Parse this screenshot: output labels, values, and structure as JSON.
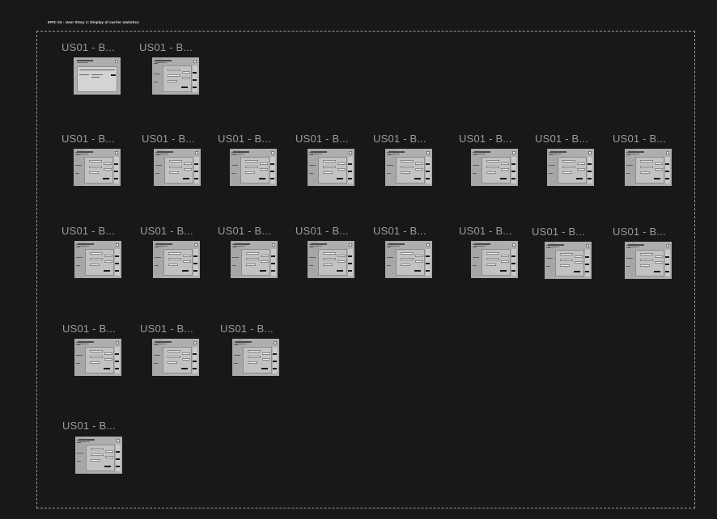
{
  "canvas": {
    "section_title": "EPIC 04 - User Story 1: Display of carrier statistics"
  },
  "frames": [
    {
      "label": "US01 - B...",
      "variant": "table"
    },
    {
      "label": "US01 - B...",
      "variant": "form"
    },
    {
      "label": "US01 - B...",
      "variant": "form"
    },
    {
      "label": "US01 - B...",
      "variant": "form"
    },
    {
      "label": "US01 - B...",
      "variant": "form"
    },
    {
      "label": "US01 - B...",
      "variant": "form"
    },
    {
      "label": "US01 - B...",
      "variant": "form"
    },
    {
      "label": "US01 - B...",
      "variant": "form"
    },
    {
      "label": "US01 - B...",
      "variant": "form"
    },
    {
      "label": "US01 - B...",
      "variant": "form"
    },
    {
      "label": "US01 - B...",
      "variant": "form"
    },
    {
      "label": "US01 - B...",
      "variant": "form"
    },
    {
      "label": "US01 - B...",
      "variant": "form"
    },
    {
      "label": "US01 - B...",
      "variant": "form"
    },
    {
      "label": "US01 - B...",
      "variant": "form"
    },
    {
      "label": "US01 - B...",
      "variant": "form"
    },
    {
      "label": "US01 - B...",
      "variant": "form"
    },
    {
      "label": "US01 - B...",
      "variant": "form"
    },
    {
      "label": "US01 - B...",
      "variant": "form"
    },
    {
      "label": "US01 - B...",
      "variant": "form"
    },
    {
      "label": "US01 - B...",
      "variant": "form"
    },
    {
      "label": "US01 - B...",
      "variant": "form"
    },
    {
      "label": "US01 - B...",
      "variant": "table"
    }
  ]
}
